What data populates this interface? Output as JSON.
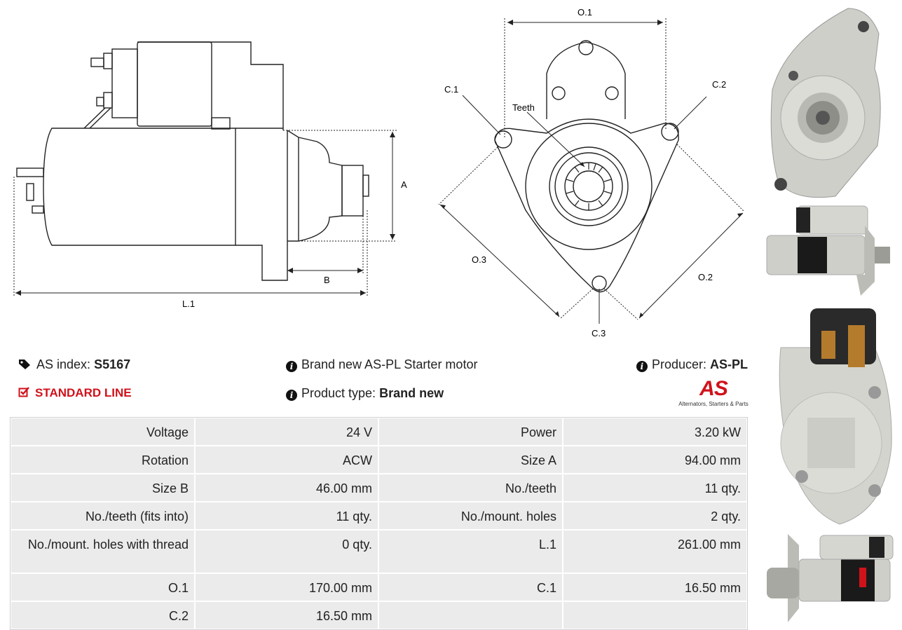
{
  "drawing": {
    "side": {
      "label_a": "A",
      "label_b": "B",
      "label_l1": "L.1"
    },
    "front": {
      "label_o1": "O.1",
      "label_o2": "O.2",
      "label_o3": "O.3",
      "label_c1": "C.1",
      "label_c2": "C.2",
      "label_c3": "C.3",
      "label_teeth": "Teeth"
    }
  },
  "info": {
    "as_index_label": "AS index:",
    "as_index_value": "S5167",
    "description": "Brand new AS-PL Starter motor",
    "producer_label": "Producer:",
    "producer_value": "AS-PL",
    "line": "STANDARD LINE",
    "product_type_label": "Product type:",
    "product_type_value": "Brand new"
  },
  "logo": {
    "brand": "AS",
    "tagline": "Alternators, Starters & Parts"
  },
  "specs": [
    [
      "Voltage",
      "24 V",
      "Power",
      "3.20 kW"
    ],
    [
      "Rotation",
      "ACW",
      "Size A",
      "94.00 mm"
    ],
    [
      "Size B",
      "46.00 mm",
      "No./teeth",
      "11 qty."
    ],
    [
      "No./teeth (fits into)",
      "11 qty.",
      "No./mount. holes",
      "2 qty."
    ],
    [
      "No./mount. holes with thread",
      "0 qty.",
      "L.1",
      "261.00 mm"
    ],
    [
      "O.1",
      "170.00 mm",
      "C.1",
      "16.50 mm"
    ],
    [
      "C.2",
      "16.50 mm",
      "",
      ""
    ]
  ],
  "icons": {
    "tag": "tag-icon",
    "info": "info-icon",
    "check": "checkbox-icon"
  },
  "colors": {
    "accent_red": "#d0121b",
    "cell_bg": "#ebebeb"
  }
}
